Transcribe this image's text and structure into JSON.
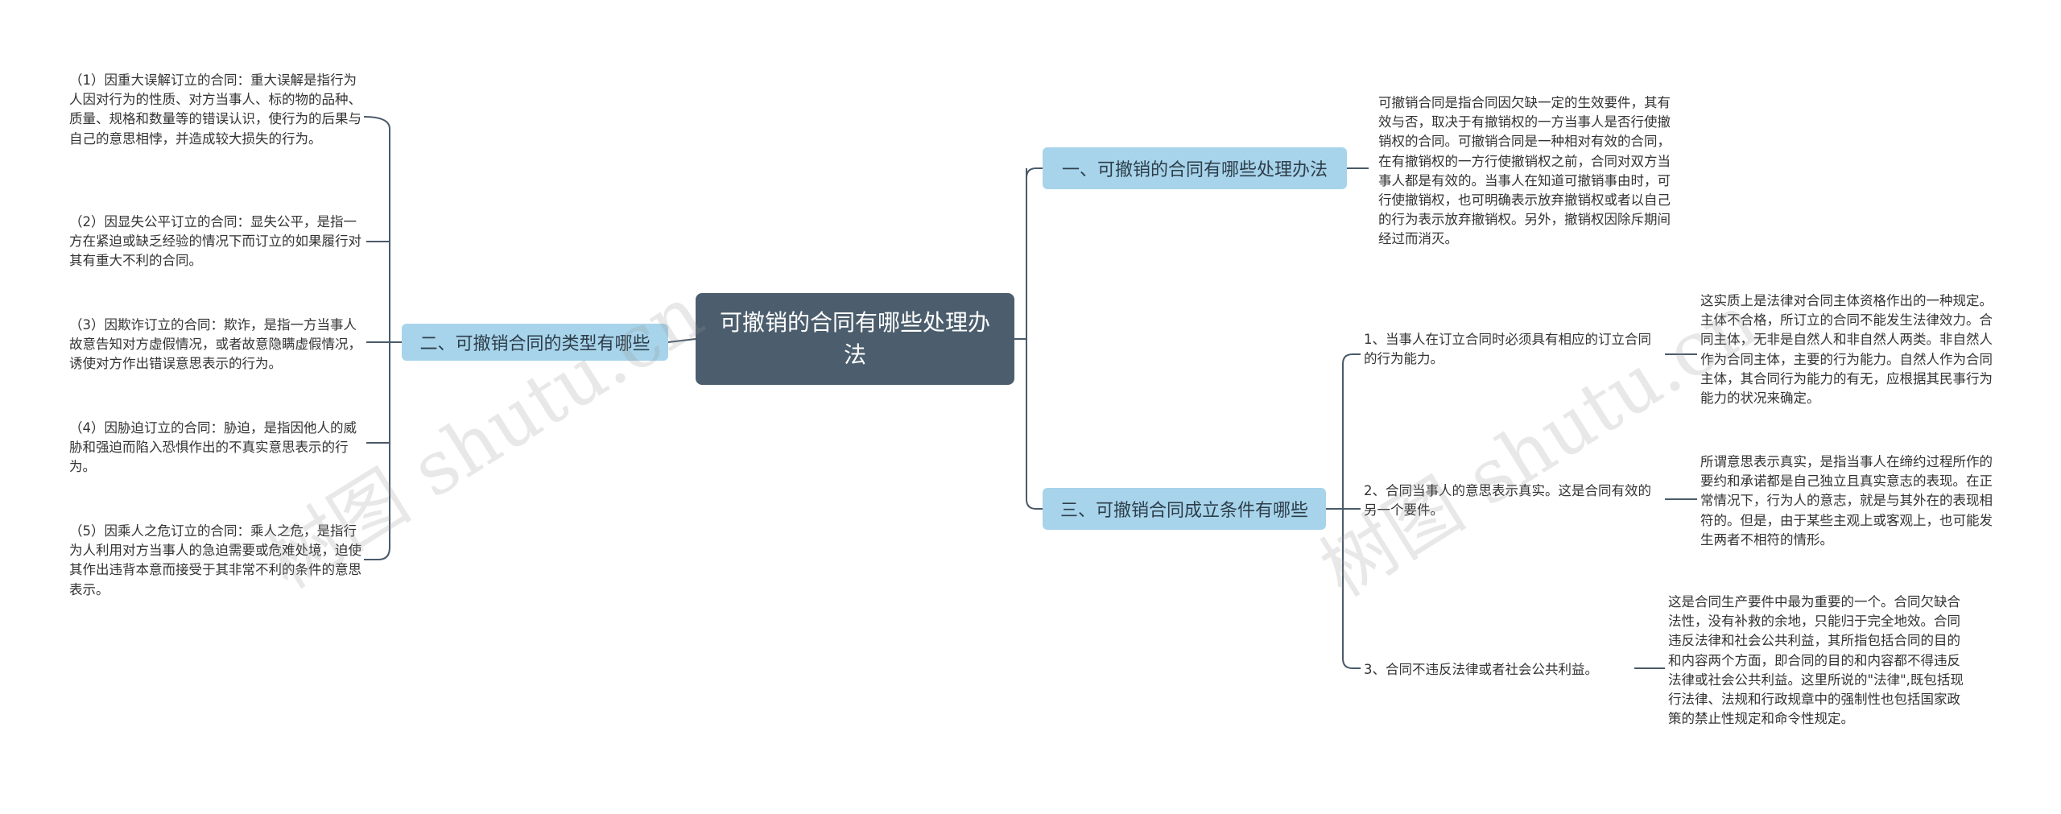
{
  "root": {
    "title": "可撤销的合同有哪些处理办法"
  },
  "branches": [
    {
      "label": "一、可撤销的合同有哪些处理办法",
      "content": "可撤销合同是指合同因欠缺一定的生效要件，其有效与否，取决于有撤销权的一方当事人是否行使撤销权的合同。可撤销合同是一种相对有效的合同，在有撤销权的一方行使撤销权之前，合同对双方当事人都是有效的。当事人在知道可撤销事由时，可行使撤销权，也可明确表示放弃撤销权或者以自己的行为表示放弃撤销权。另外，撤销权因除斥期间经过而消灭。"
    },
    {
      "label": "二、可撤销合同的类型有哪些",
      "items": [
        "（1）因重大误解订立的合同：重大误解是指行为人因对行为的性质、对方当事人、标的物的品种、质量、规格和数量等的错误认识，使行为的后果与自己的意思相悖，并造成较大损失的行为。",
        "（2）因显失公平订立的合同：显失公平，是指一方在紧迫或缺乏经验的情况下而订立的如果履行对其有重大不利的合同。",
        "（3）因欺诈订立的合同：欺诈，是指一方当事人故意告知对方虚假情况，或者故意隐瞒虚假情况，诱使对方作出错误意思表示的行为。",
        "（4）因胁迫订立的合同：胁迫，是指因他人的威胁和强迫而陷入恐惧作出的不真实意思表示的行为。",
        "（5）因乘人之危订立的合同：乘人之危，是指行为人利用对方当事人的急迫需要或危难处境，迫使其作出违背本意而接受于其非常不利的条件的意思表示。"
      ]
    },
    {
      "label": "三、可撤销合同成立条件有哪些",
      "conditions": [
        {
          "title": "1、当事人在订立合同时必须具有相应的订立合同的行为能力。",
          "detail": "这实质上是法律对合同主体资格作出的一种规定。主体不合格，所订立的合同不能发生法律效力。合同主体，无非是自然人和非自然人两类。非自然人作为合同主体，主要的行为能力。自然人作为合同主体，其合同行为能力的有无，应根据其民事行为能力的状况来确定。"
        },
        {
          "title": "2、合同当事人的意思表示真实。这是合同有效的另一个要件。",
          "detail": "所谓意思表示真实，是指当事人在缔约过程所作的要约和承诺都是自己独立且真实意志的表现。在正常情况下，行为人的意志，就是与其外在的表现相符的。但是，由于某些主观上或客观上，也可能发生两者不相符的情形。"
        },
        {
          "title": "3、合同不违反法律或者社会公共利益。",
          "detail": "这是合同生产要件中最为重要的一个。合同欠缺合法性，没有补救的余地，只能归于完全地效。合同违反法律和社会公共利益，其所指包括合同的目的和内容两个方面，即合同的目的和内容都不得违反法律或社会公共利益。这里所说的\"法律\",既包括现行法律、法规和行政规章中的强制性也包括国家政策的禁止性规定和命令性规定。"
        }
      ]
    }
  ],
  "watermark": "树图 shutu.cn"
}
